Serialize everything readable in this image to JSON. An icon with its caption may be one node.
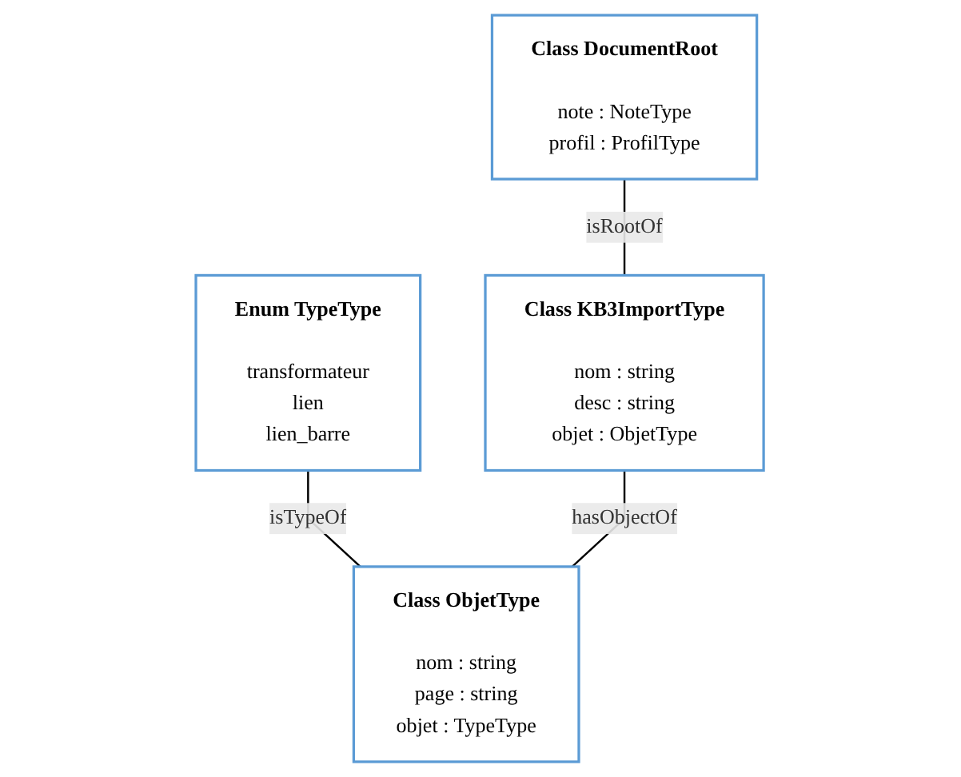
{
  "diagram": {
    "nodes": [
      {
        "text": [
          "Class DocumentRoot",
          "note : NoteType",
          "profil : ProfilType"
        ]
      },
      {
        "text": [
          "Enum TypeType",
          "transformateur",
          "lien",
          "lien_barre"
        ]
      },
      {
        "text": [
          "Class KB3ImportType",
          "nom : string",
          "desc : string",
          "objet : ObjetType"
        ]
      },
      {
        "text": [
          "Class ObjetType",
          "nom : string",
          "page : string",
          "objet : TypeType"
        ]
      }
    ],
    "edges": [
      {
        "from": 0,
        "to": 2,
        "arrow": "none",
        "label": "isRootOf"
      },
      {
        "from": 1,
        "to": 3,
        "arrow": "none",
        "label": "isTypeOf"
      },
      {
        "from": 2,
        "to": 3,
        "arrow": "none",
        "label": "hasObjectOf"
      }
    ]
  }
}
